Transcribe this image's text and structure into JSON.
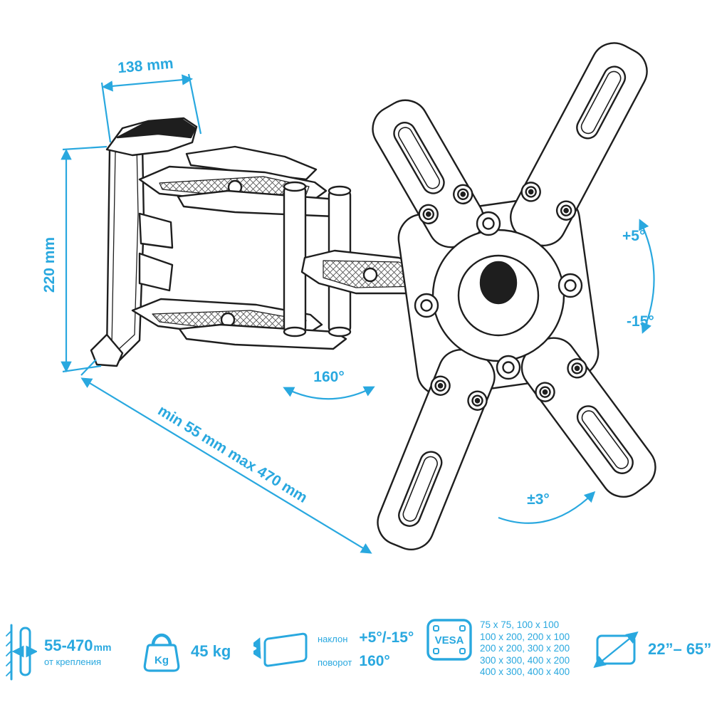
{
  "colors": {
    "accent": "#29a8df",
    "line": "#1e1e1e"
  },
  "annotations": {
    "width": "138 mm",
    "height": "220 mm",
    "extension": "min 55 mm max 470 mm",
    "swivel": "160°",
    "tilt_up": "+5°",
    "tilt_down": "-15°",
    "level": "±3°"
  },
  "specs": {
    "distance": {
      "value": "55-470",
      "unit": "mm",
      "note": "от крепления"
    },
    "weight": {
      "badge": "Kg",
      "value": "45 kg"
    },
    "tilt": {
      "label": "наклон",
      "value": "+5°/-15°"
    },
    "swivel": {
      "label": "поворот",
      "value": "160°"
    },
    "vesa": {
      "badge": "VESA",
      "sizes": [
        "75 x 75, 100 x 100",
        "100 x 200, 200 x 100",
        "200 x 200, 300 x 200",
        "300 x 300, 400 x 200",
        "400 x 300, 400 x 400"
      ]
    },
    "screen": {
      "value": "22”– 65”"
    }
  }
}
